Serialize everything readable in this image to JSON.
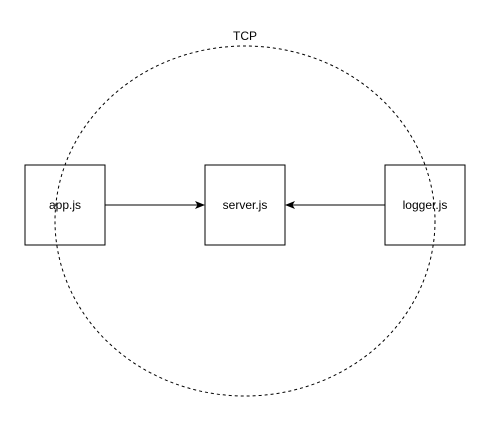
{
  "boundary": {
    "label": "TCP"
  },
  "nodes": [
    {
      "id": "app",
      "label": "app.js"
    },
    {
      "id": "server",
      "label": "server.js"
    },
    {
      "id": "logger",
      "label": "logger.js"
    }
  ],
  "edges": [
    {
      "from": "app",
      "to": "server"
    },
    {
      "from": "logger",
      "to": "server"
    }
  ],
  "colors": {
    "stroke": "#000000",
    "fill": "#ffffff",
    "background": "#ffffff"
  }
}
